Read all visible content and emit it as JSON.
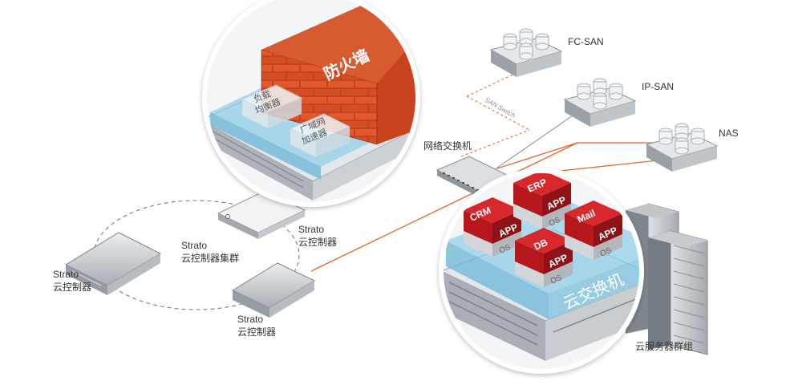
{
  "labels": {
    "fc_san": "FC-SAN",
    "ip_san": "IP-SAN",
    "nas": "NAS",
    "san_switch": "SAN Switch",
    "network_switch": "网络交换机",
    "firewall": "防火墙",
    "load_balancer": [
      "负载",
      "均衡器"
    ],
    "wan_accelerator": [
      "广域网",
      "加速器"
    ],
    "cloud_switch": "云交换机",
    "server_cluster": "云服务器群组",
    "cluster": {
      "line1": "Strato",
      "line2": "云控制器集群"
    },
    "ctrl_left": {
      "line1": "Strato",
      "line2": "云控制器"
    },
    "ctrl_top": {
      "line1": "Strato",
      "line2": "云控制器"
    },
    "ctrl_bottom": {
      "line1": "Strato",
      "line2": "云控制器"
    }
  },
  "apps": {
    "crm": {
      "name": "CRM",
      "app": "APP",
      "os": "OS"
    },
    "erp": {
      "name": "ERP",
      "app": "APP",
      "os": "OS"
    },
    "db": {
      "name": "DB",
      "app": "APP",
      "os": "OS"
    },
    "mail": {
      "name": "Mail",
      "app": "APP",
      "os": "OS"
    }
  },
  "colors": {
    "link_orange": "#e0662a",
    "brick_red": "#c8421d",
    "app_red": "#b5171c",
    "glass_blue": "#8fd0ea",
    "device_grey": "#c9cdd2"
  }
}
